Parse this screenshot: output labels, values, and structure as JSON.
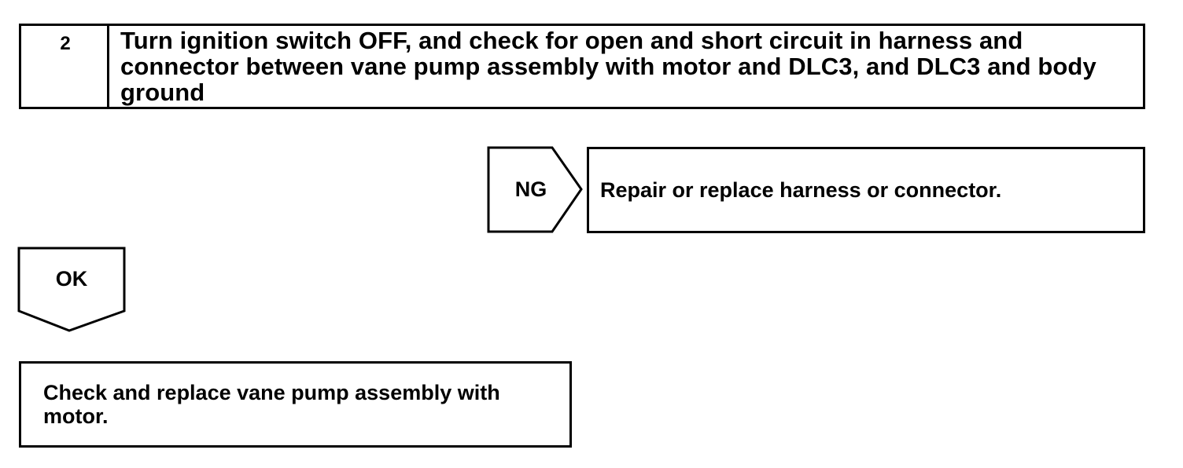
{
  "step": {
    "number": "2",
    "title": "Turn ignition switch OFF, and check for open and short circuit in harness and connector between vane pump assembly with motor and DLC3, and DLC3 and body ground"
  },
  "ng_branch": {
    "label": "NG",
    "action": "Repair or replace harness or connector."
  },
  "ok_branch": {
    "label": "OK",
    "action": "Check and replace vane pump assembly with motor."
  },
  "colors": {
    "line": "#000000",
    "background": "#ffffff"
  }
}
